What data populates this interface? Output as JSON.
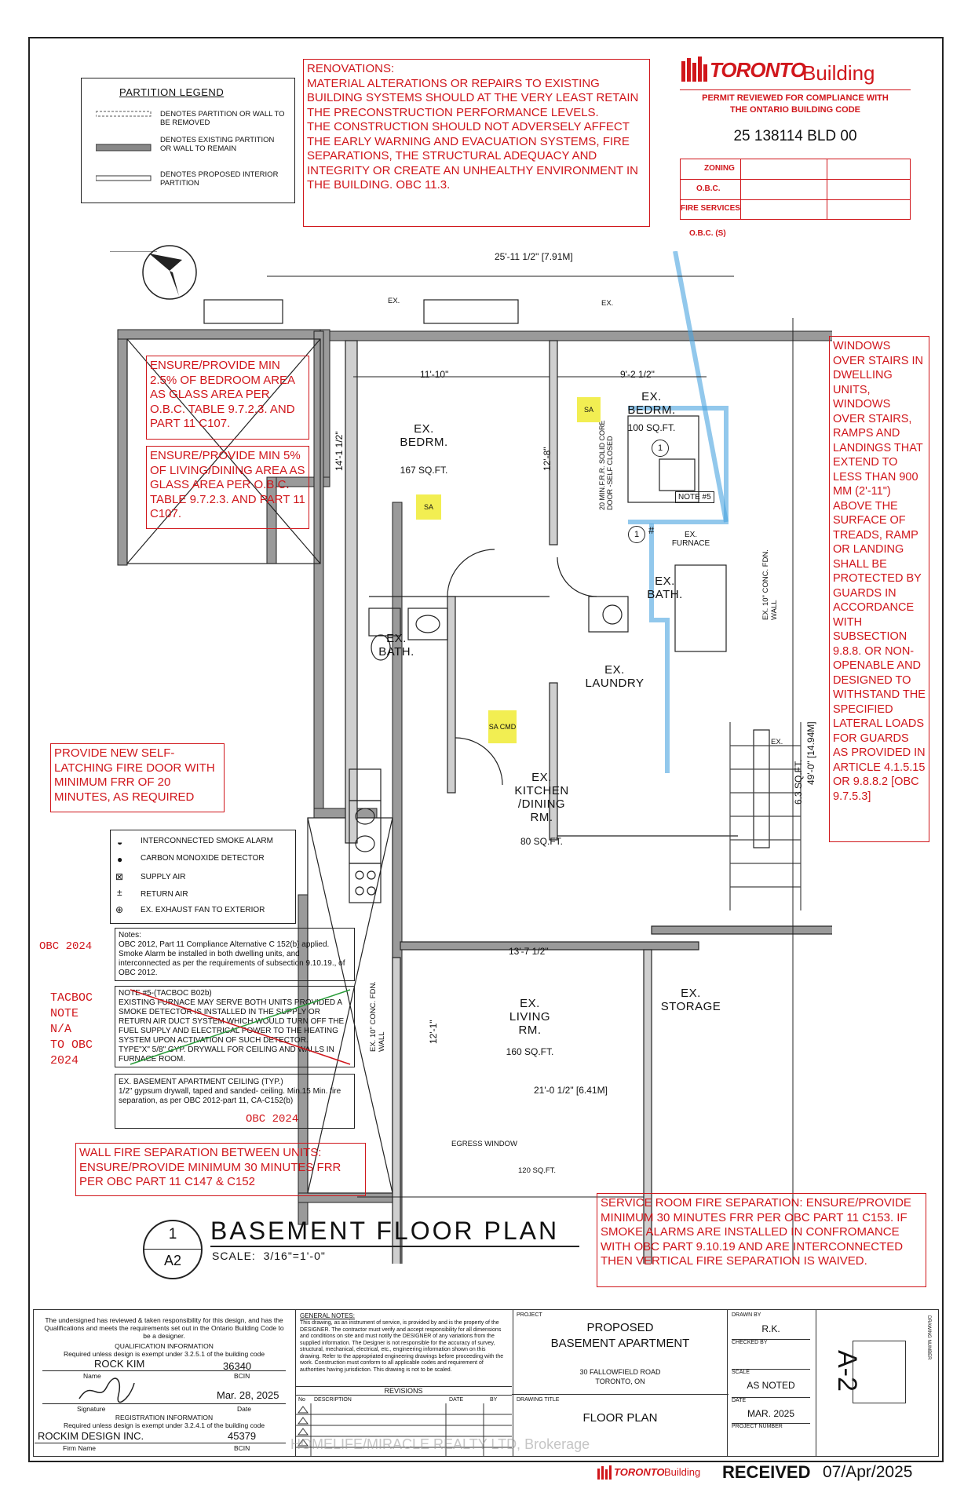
{
  "partition_legend": {
    "title": "PARTITION LEGEND",
    "items": [
      "DENOTES PARTITION OR WALL TO BE REMOVED",
      "DENOTES EXISTING PARTITION OR WALL TO REMAIN",
      "DENOTES PROPOSED INTERIOR PARTITION"
    ]
  },
  "renovations_note": "RENOVATIONS:\nMATERIAL ALTERATIONS OR REPAIRS TO EXISTING BUILDING SYSTEMS SHOULD AT THE VERY LEAST RETAIN THE PRECONSTRUCTION PERFORMANCE LEVELS.\nTHE CONSTRUCTION SHOULD NOT ADVERSELY AFFECT THE EARLY WARNING AND EVACUATION SYSTEMS, FIRE SEPARATIONS, THE STRUCTURAL ADEQUACY AND INTEGRITY OR CREATE AN UNHEALTHY ENVIRONMENT IN THE BUILDING. OBC 11.3.",
  "stamp": {
    "logo_text": "TORONTO",
    "logo_suffix": "Building",
    "reviewed": "PERMIT REVIEWED FOR COMPLIANCE WITH\nTHE ONTARIO BUILDING CODE",
    "permit_no": "25 138114 BLD 00",
    "rows": [
      "ZONING",
      "O.B.C.",
      "FIRE SERVICES",
      "O.B.C. (S)"
    ]
  },
  "notes_red": {
    "bedroom_glass": "ENSURE/PROVIDE MIN 2.5% OF BEDROOM AREA AS GLASS AREA PER O.B.C. TABLE 9.7.2.3. AND PART 11 C107.",
    "living_glass": "ENSURE/PROVIDE MIN 5% OF LIVING/DINING AREA AS GLASS AREA PER O.B.C. TABLE 9.7.2.3. AND PART 11 C107.",
    "fire_door": "PROVIDE NEW SELF-LATCHING FIRE DOOR WITH MINIMUM FRR OF 20 MINUTES, AS REQUIRED",
    "windows_stairs": "WINDOWS OVER STAIRS IN DWELLING UNITS, WINDOWS OVER STAIRS, RAMPS AND LANDINGS THAT EXTEND TO LESS THAN 900 MM (2'-11\") ABOVE THE SURFACE OF TREADS, RAMP OR LANDING SHALL BE PROTECTED BY GUARDS IN ACCORDANCE WITH SUBSECTION 9.8.8. OR NON-OPENABLE AND DESIGNED TO WITHSTAND THE SPECIFIED LATERAL LOADS FOR GUARDS AS PROVIDED IN ARTICLE 4.1.5.15 OR 9.8.8.2 [OBC 9.7.5.3]",
    "wall_fire_sep": "WALL FIRE SEPARATION BETWEEN UNITS: ENSURE/PROVIDE MINIMUM 30 MINUTES FRR PER OBC PART 11 C147 & C152",
    "service_room": "SERVICE ROOM FIRE SEPARATION: ENSURE/PROVIDE MINIMUM 30 MINUTES FRR PER OBC PART 11 C153. IF SMOKE ALARMS ARE INSTALLED IN CONFROMANCE WITH OBC PART 9.10.19 AND ARE INTERCONNECTED THEN VERTICAL FIRE SEPARATION IS WAIVED.",
    "obc2024_a": "OBC 2024",
    "tacboc": "TACBOC\nNOTE\nN/A\nTO OBC\n2024",
    "obc2024_b": "OBC 2024"
  },
  "symbol_legend": [
    "INTERCONNECTED SMOKE ALARM",
    "CARBON MONOXIDE DETECTOR",
    "SUPPLY AIR",
    "RETURN AIR",
    "EX. EXHAUST FAN TO EXTERIOR"
  ],
  "notes_box": "Notes:\nOBC 2012, Part 11 Compliance Alternative C 152(b) applied. Smoke Alarm be installed in both dwelling units, and interconnected as per the requirements of subsection 9.10.19., of OBC 2012.",
  "note5_box": "NOTE #5-(TACBOC B02b)\nEXISTING FURNACE MAY SERVE BOTH UNITS PROVIDED A SMOKE DETECTOR IS INSTALLED IN THE SUPPLY OR RETURN AIR DUCT SYSTEM WHICH WOULD TURN OFF THE FUEL SUPPLY AND ELECTRICAL POWER TO THE HEATING SYSTEM UPON ACTIVATION OF SUCH DETECTOR.\nTYPE\"X\" 5/8\" GYP. DRYWALL FOR CEILING AND WALLS IN FURNACE ROOM.",
  "ceiling_box": "EX. BASEMENT APARTMENT CEILING (TYP.)\n1/2\" gypsum drywall, taped and sanded- ceiling. Min.15 Min. fire separation, as per OBC 2012-part 11, CA-C152(b)",
  "plan": {
    "overall_width": "25'-11 1/2\" [7.91M]",
    "overall_depth": "49'-0\" [14.94M]",
    "rooms": [
      {
        "name": "EX.\nBEDRM.",
        "area": "167 SQ.FT."
      },
      {
        "name": "EX.\nBEDRM.",
        "area": "100 SQ.FT."
      },
      {
        "name": "EX.\nBATH."
      },
      {
        "name": "EX.\nBATH."
      },
      {
        "name": "EX.\nLAUNDRY"
      },
      {
        "name": "EX.\nKITCHEN\n/DINING\nRM.",
        "area": "80 SQ.FT."
      },
      {
        "name": "EX.\nLIVING\nRM.",
        "area": "160 SQ.FT."
      },
      {
        "name": "EX.\nSTORAGE"
      },
      {
        "name": "EX.\nFURNACE"
      }
    ],
    "dims": [
      "11'-10\"",
      "9'-2 1/2\"",
      "14'-1 1/2\"",
      "12'-8\"",
      "13'-7 1/2\"",
      "12'-1\"",
      "21'-0 1/2\" [6.41M]",
      "6.3 SQ.FT."
    ],
    "labels": [
      "EX.",
      "EX.",
      "EX.",
      "NOTE #5",
      "EX. 10\" CONC. FDN. WALL",
      "EX. 10\" CONC. FDN. WALL",
      "EGRESS WINDOW",
      "120 SQ.FT.",
      "20 MIN.F.R.R. SOLID CORE DOOR -SELF CLOSED",
      "SA",
      "SA CMD",
      "SA",
      "1",
      "1",
      "#"
    ]
  },
  "drawing_title": {
    "number": "1",
    "sheet": "A2",
    "title": "BASEMENT FLOOR PLAN",
    "scale": "SCALE:  3/16\"=1'-0\""
  },
  "title_block": {
    "designer_stmt": "The undersigned has reviewed & taken responsibility for this design, and has the Qualifications and meets the requirements set out in the Ontario Building Code to be a designer.",
    "qual_info": "QUALIFICATION INFORMATION",
    "required1": "Required unless design is exempt under 3.2.5.1 of the building code",
    "name": "ROCK KIM",
    "bcin": "36340",
    "name_label": "Name",
    "bcin_label": "BCIN",
    "date": "Mar. 28, 2025",
    "signature_label": "Signature",
    "date_label": "Date",
    "reg_info": "REGISTRATION INFORMATION",
    "required2": "Required unless design is exempt under 3.2.4.1 of the building code",
    "firm": "ROCKIM DESIGN INC.",
    "firm_bcin": "45379",
    "firm_label": "Firm Name",
    "general_notes_title": "GENERAL NOTES:",
    "general_notes": "This drawing, as an instrument of service, is provided by and is the property of the DESIGNER. The contractor must verify and accept responsibility for all dimensions and conditions on site and must notify the DESIGNER of any variations from the supplied information. The Designer is not responsible for the accuracy of survey, structural, mechanical, electrical, etc., engineering information shown on this drawing. Refer to the appropriated engineering drawings before proceeding with the work. Construction must conform to all applicable codes and requirement of authorities having jurisdiction. This drawing is not to be scaled.",
    "revisions": "REVISIONS",
    "rev_cols": [
      "No",
      "DESCRIPTION",
      "DATE",
      "BY"
    ],
    "project_label": "PROJECT",
    "project": "PROPOSED\nBASEMENT APARTMENT",
    "address": "30 FALLOWFIELD ROAD\nTORONTO, ON",
    "drawing_title_label": "DRAWING TITLE",
    "drawing_title": "FLOOR PLAN",
    "drawn_by_label": "DRAWN BY",
    "drawn_by": "R.K.",
    "checked_by_label": "CHECKED BY",
    "scale_label": "SCALE",
    "scale": "AS NOTED",
    "date_label2": "DATE",
    "date2": "MAR. 2025",
    "project_number_label": "PROJECT NUMBER",
    "sheet": "A-2",
    "drawing_number_label": "DRAWING NUMBER"
  },
  "watermark": "HOMELIFE/MIRACLE REALTY LTD, Brokerage",
  "received": {
    "logo": "TORONTO",
    "logo_suffix": "Building",
    "text": "RECEIVED",
    "date": "07/Apr/2025"
  },
  "colors": {
    "red": "#d0161b",
    "blue": "#4aa3e0",
    "wall": "#9a9a9a",
    "highlight": "#f2ee52"
  }
}
